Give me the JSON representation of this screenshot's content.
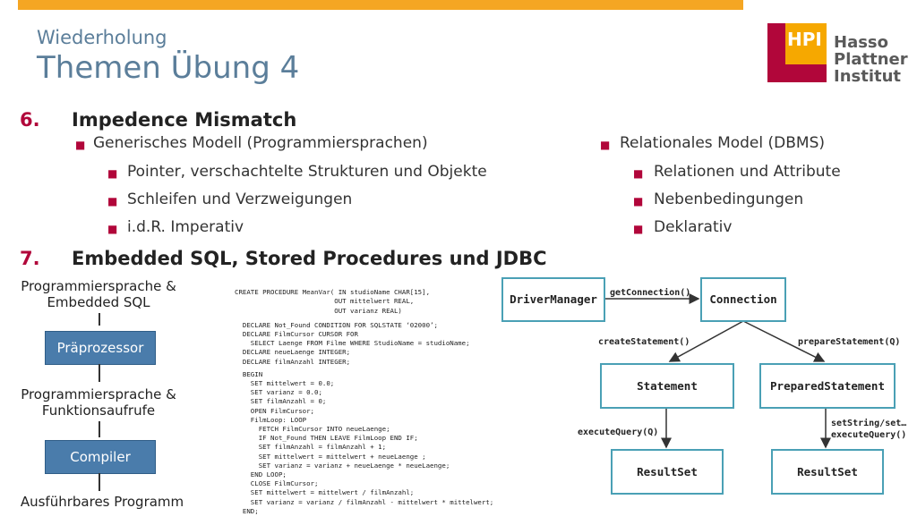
{
  "header": {
    "subtitle": "Wiederholung",
    "title": "Themen Übung 4"
  },
  "logo": {
    "mark": "HPI",
    "line1": "Hasso",
    "line2": "Plattner",
    "line3": "Institut"
  },
  "section6": {
    "number": "6.",
    "heading": "Impedence Mismatch",
    "left": {
      "label": "Generisches Modell (Programmiersprachen)",
      "items": [
        "Pointer, verschachtelte Strukturen und Objekte",
        "Schleifen und Verzweigungen",
        "i.d.R. Imperativ"
      ]
    },
    "right": {
      "label": "Relationales Model (DBMS)",
      "items": [
        "Relationen und Attribute",
        "Nebenbedingungen",
        "Deklarativ"
      ]
    }
  },
  "section7": {
    "number": "7.",
    "heading": "Embedded SQL, Stored Procedures und JDBC"
  },
  "flow": {
    "step1": "Programmiersprache & Embedded SQL",
    "box1": "Präprozessor",
    "step2": "Programmiersprache & Funktionsaufrufe",
    "box2": "Compiler",
    "step3": "Ausführbares Programm"
  },
  "code": [
    "CREATE PROCEDURE MeanVar( IN studioName CHAR[15],",
    "                         OUT mittelwert REAL,",
    "                         OUT varianz REAL)",
    "  DECLARE Not_Found CONDITION FOR SQLSTATE ‘02000’;",
    "  DECLARE FilmCursor CURSOR FOR",
    "    SELECT Laenge FROM Filme WHERE StudioName = studioName;",
    "  DECLARE neueLaenge INTEGER;",
    "  DECLARE filmAnzahl INTEGER;",
    "  BEGIN",
    "    SET mittelwert = 0.0;",
    "    SET varianz = 0.0;",
    "    SET filmAnzahl = 0;",
    "    OPEN FilmCursor;",
    "    FilmLoop: LOOP",
    "      FETCH FilmCursor INTO neueLaenge;",
    "      IF Not_Found THEN LEAVE FilmLoop END IF;",
    "      SET filmAnzahl = filmAnzahl + 1;",
    "      SET mittelwert = mittelwert + neueLaenge ;",
    "      SET varianz = varianz + neueLaenge * neueLaenge;",
    "    END LOOP;",
    "    CLOSE FilmCursor;",
    "    SET mittelwert = mittelwert / filmAnzahl;",
    "    SET varianz = varianz / filmAnzahl - mittelwert * mittelwert;",
    "  END;"
  ],
  "jdbc": {
    "driver": "DriverManager",
    "connection": "Connection",
    "statement": "Statement",
    "prepared": "PreparedStatement",
    "resultset1": "ResultSet",
    "resultset2": "ResultSet",
    "getConnection": "getConnection()",
    "createStatement": "createStatement()",
    "prepareStatement": "prepareStatement(Q)",
    "executeQuery1": "executeQuery(Q)",
    "setString": "setString/set…",
    "executeQuery2": "executeQuery()"
  },
  "colors": {
    "accent": "#b1063a",
    "topbar": "#f5a623",
    "title": "#5b7e9a",
    "box_border": "#4aa0b5",
    "flow_box": "#4a7cab"
  }
}
